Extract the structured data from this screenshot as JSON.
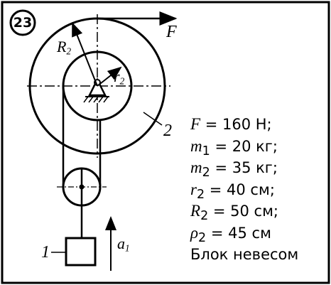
{
  "problem_number": "23",
  "labels": {
    "force": "F",
    "R2": "R",
    "R2_sub": "2",
    "r2": "r",
    "r2_sub": "2",
    "block2": "2",
    "body1": "1",
    "accel": "a",
    "accel_sub": "1"
  },
  "givens": [
    {
      "sym": "F",
      "sub": "",
      "rest": " = 160 Н;"
    },
    {
      "sym": "m",
      "sub": "1",
      "rest": " = 20 кг;"
    },
    {
      "sym": "m",
      "sub": "2",
      "rest": " = 35 кг;"
    },
    {
      "sym": "r",
      "sub": "2",
      "rest": " = 40 см;"
    },
    {
      "sym": "R",
      "sub": "2",
      "rest": " = 50 см;"
    },
    {
      "sym": "ρ",
      "sub": "2",
      "rest": " = 45 см"
    },
    {
      "sym": "",
      "sub": "",
      "rest": "Блок невесом"
    }
  ]
}
